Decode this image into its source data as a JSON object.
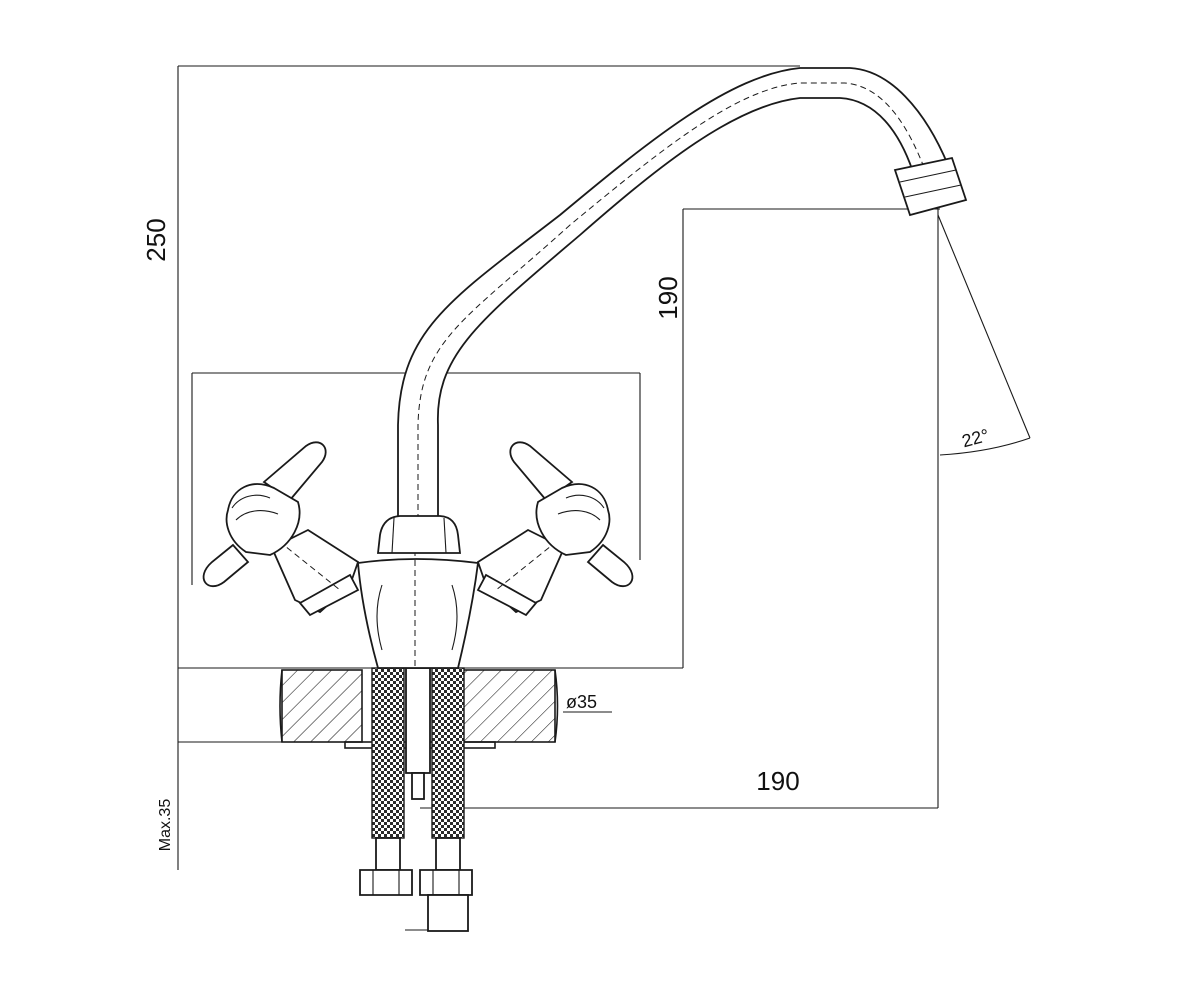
{
  "dimensions": {
    "total_height": "250",
    "spout_height": "190",
    "spout_reach": "190",
    "swivel_angle": "22°",
    "hole_diameter": "ø35",
    "max_thickness": "Max.35"
  },
  "colors": {
    "line": "#1a1a1a",
    "background": "#ffffff"
  }
}
